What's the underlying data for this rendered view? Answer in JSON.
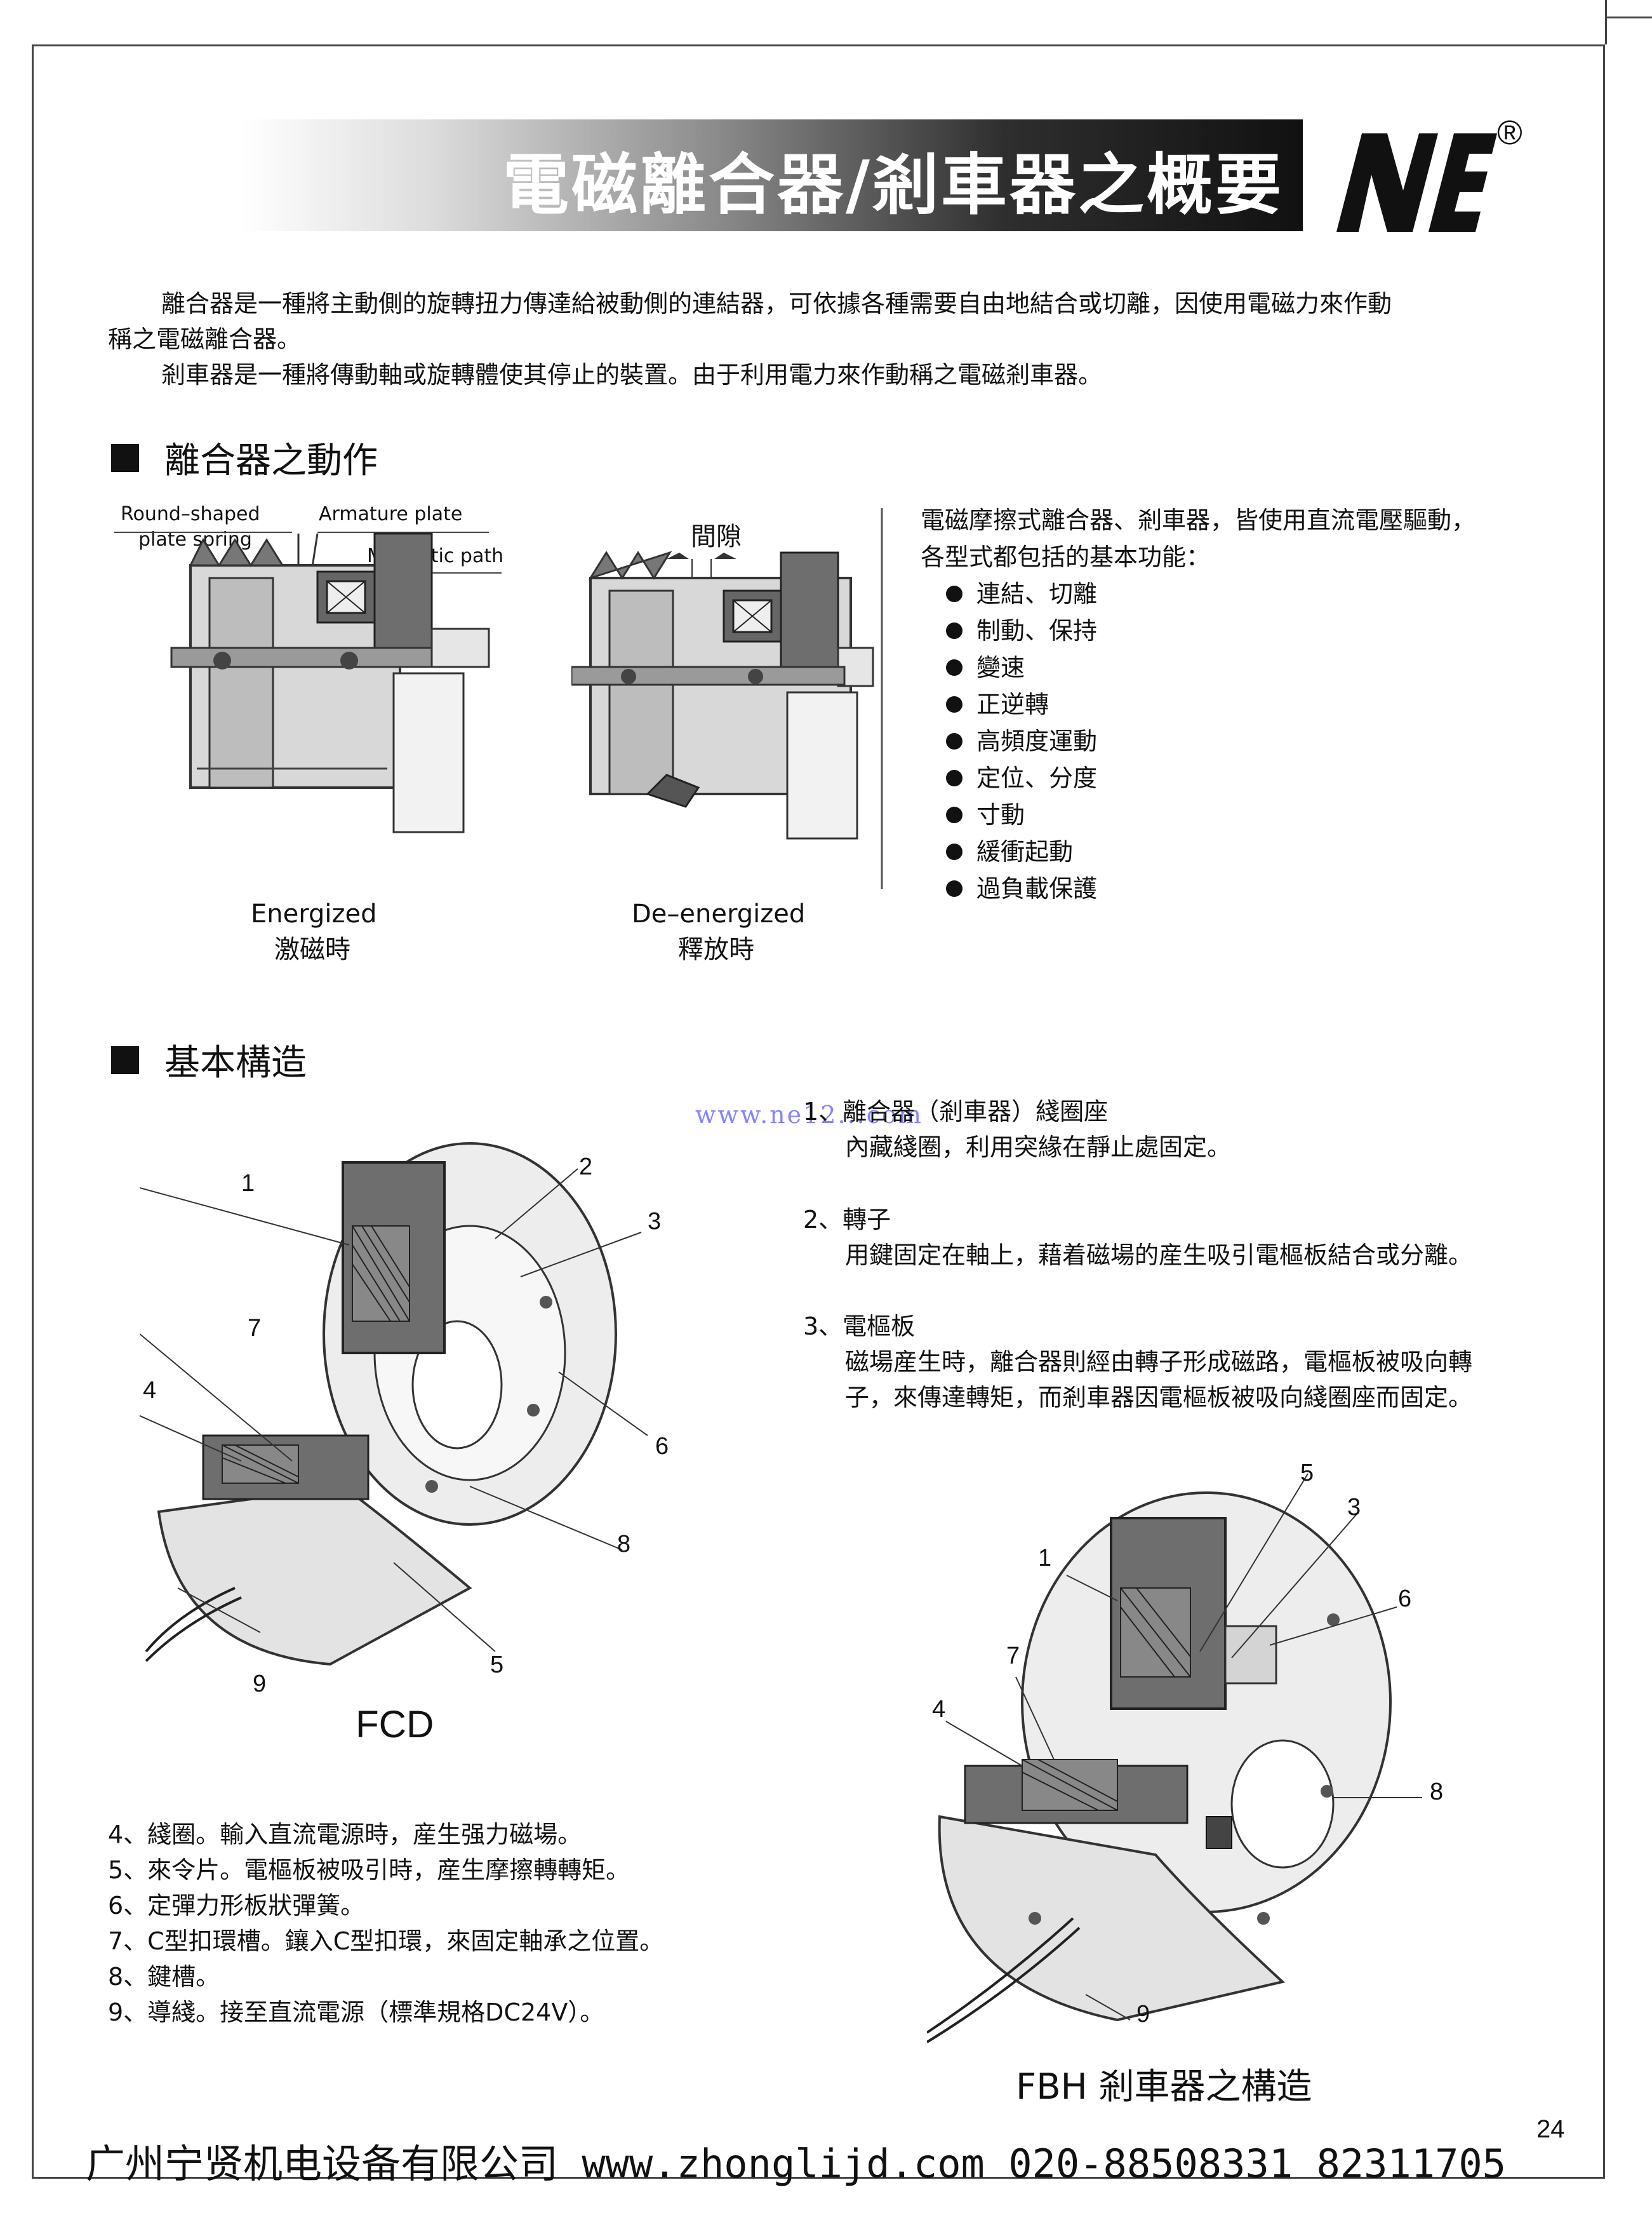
{
  "header": {
    "title": "電磁離合器/剎車器之概要",
    "logo_text": "NE",
    "registered_mark": "®"
  },
  "intro": {
    "paragraph1_line1": "離合器是一種將主動側的旋轉扭力傳達給被動側的連結器，可依據各種需要自由地結合或切離，因使用電磁力來作動",
    "paragraph1_line2": "稱之電磁離合器。",
    "paragraph2": "剎車器是一種將傳動軸或旋轉體使其停止的裝置。由于利用電力來作動稱之電磁剎車器。"
  },
  "section_operation": {
    "heading": "離合器之動作",
    "labels": {
      "round_shaped_1": "Round–shaped",
      "round_shaped_2": "plate spring",
      "armature": "Armature plate",
      "magnetic_path": "Magnetic path",
      "gap": "間隙"
    },
    "energized_en": "Energized",
    "energized_zh": "激磁時",
    "deenergized_en": "De–energized",
    "deenergized_zh": "釋放時",
    "functions_intro_1": "電磁摩擦式離合器、剎車器，皆使用直流電壓驅動，",
    "functions_intro_2": "各型式都包括的基本功能：",
    "functions": [
      "連結、切離",
      "制動、保持",
      "變速",
      "正逆轉",
      "高頻度運動",
      "定位、分度",
      "寸動",
      "緩衝起動",
      "過負載保護"
    ]
  },
  "section_structure": {
    "heading": "基本構造",
    "watermark": "www.ne12...com",
    "item1_title": "1、離合器（剎車器）綫圈座",
    "item1_desc": "內藏綫圈，利用突緣在靜止處固定。",
    "item2_title": "2、轉子",
    "item2_desc": "用鍵固定在軸上，藉着磁場的産生吸引電樞板結合或分離。",
    "item3_title": "3、電樞板",
    "item3_desc_1": "磁場産生時，離合器則經由轉子形成磁路，電樞板被吸向轉",
    "item3_desc_2": "子，來傳達轉矩，而剎車器因電樞板被吸向綫圈座而固定。",
    "fcd_numbers": [
      "1",
      "2",
      "3",
      "7",
      "4",
      "6",
      "8",
      "9",
      "5"
    ],
    "fcd_label": "FCD",
    "fbh_numbers": [
      "5",
      "3",
      "1",
      "6",
      "7",
      "4",
      "8",
      "9"
    ],
    "fbh_label": "FBH 剎車器之構造",
    "notes": [
      "4、綫圈。輸入直流電源時，産生强力磁場。",
      "5、來令片。電樞板被吸引時，産生摩擦轉轉矩。",
      "6、定彈力形板狀彈簧。",
      "7、C型扣環槽。鑲入C型扣環，來固定軸承之位置。",
      "8、鍵槽。",
      "9、導綫。接至直流電源（標準規格DC24V）。"
    ]
  },
  "footer": {
    "company": "广州宁贤机电设备有限公司 www.zhonglijd.com 020-88508331 82311705",
    "page": "24"
  }
}
